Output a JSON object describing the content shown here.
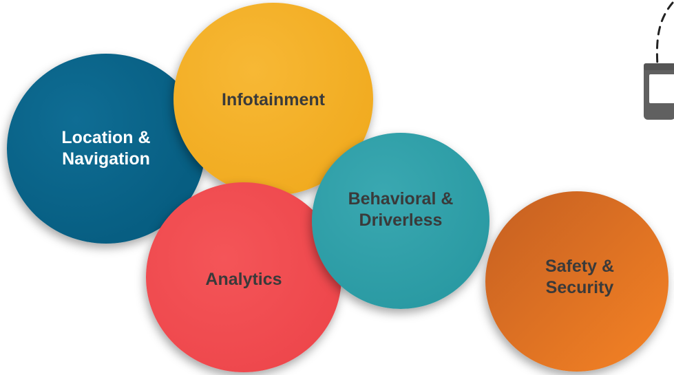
{
  "circles": [
    {
      "key": "location_navigation",
      "label": "Location &\nNavigation",
      "color": "#075e82"
    },
    {
      "key": "infotainment",
      "label": "Infotainment",
      "color": "#f1ab20"
    },
    {
      "key": "analytics",
      "label": "Analytics",
      "color": "#ee474c"
    },
    {
      "key": "behavioral_driverless",
      "label": "Behavioral &\nDriverless",
      "color": "#2a9aa3"
    },
    {
      "key": "safety_security",
      "label": "Safety &\nSecurity",
      "color": "#f58324"
    }
  ],
  "decorations": {
    "device_icon": "connected-device-icon",
    "signal_line": "dashed-signal-line"
  }
}
